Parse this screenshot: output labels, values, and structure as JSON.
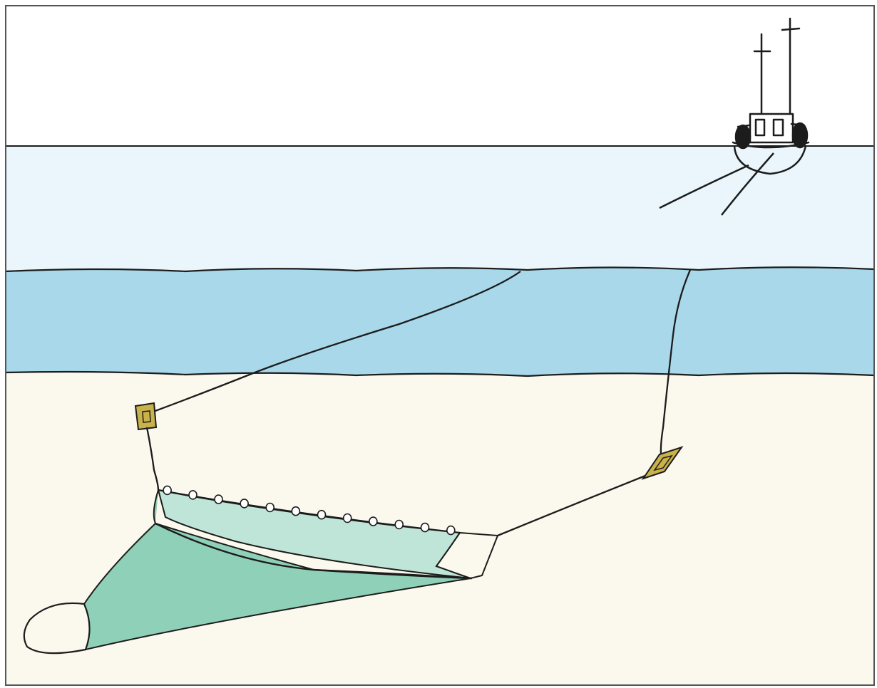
{
  "scene": {
    "subject": "midwater-trawl-diagram",
    "colors": {
      "sky": "#ffffff",
      "upper_water": "#eaf6fb",
      "mid_water": "#a8d8ea",
      "seabed": "#fbf8ee",
      "net_dark": "#8fd0b8",
      "net_light": "#bfe5d8",
      "otter_board": "#c9b24a",
      "ink": "#1c1c1c",
      "frame": "#555555"
    },
    "parts": {
      "vessel": "trawler",
      "otter_boards": 2,
      "headline_floats": 12
    }
  }
}
